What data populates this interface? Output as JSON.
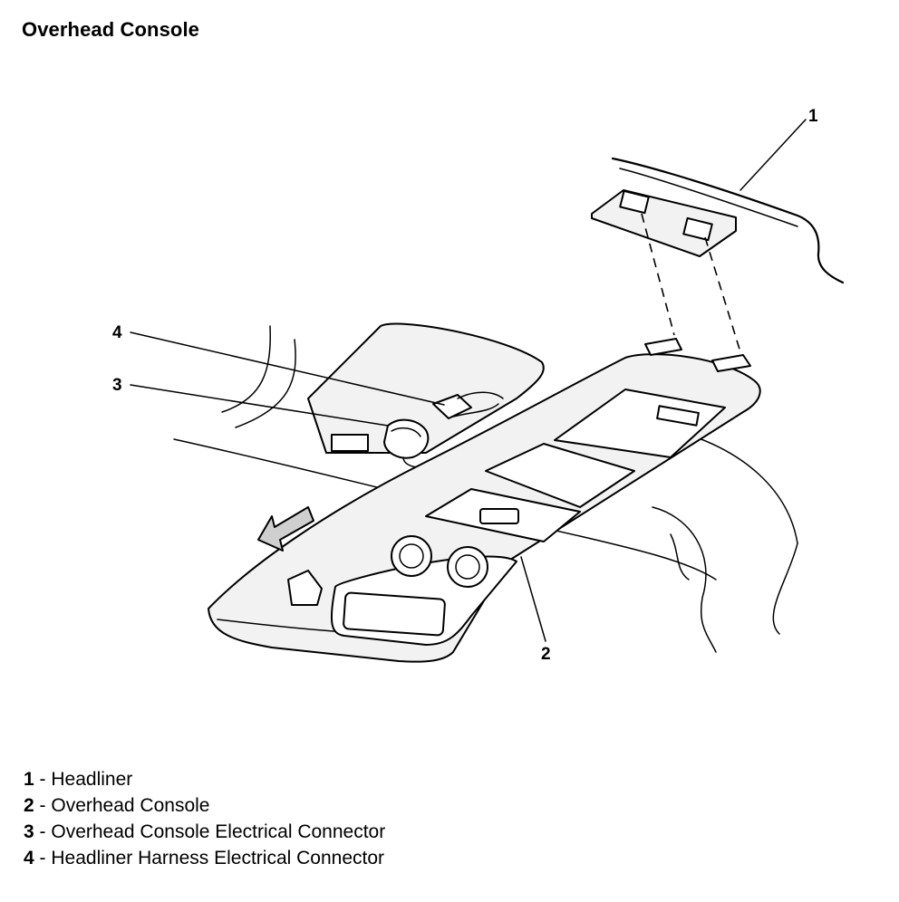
{
  "title": "Overhead Console",
  "callouts": [
    "1",
    "2",
    "3",
    "4"
  ],
  "legend": [
    {
      "num": "1",
      "sep": " - ",
      "text": "Headliner"
    },
    {
      "num": "2",
      "sep": " - ",
      "text": "Overhead Console"
    },
    {
      "num": "3",
      "sep": " - ",
      "text": "Overhead Console Electrical Connector"
    },
    {
      "num": "4",
      "sep": " - ",
      "text": "Headliner Harness Electrical Connector"
    }
  ]
}
